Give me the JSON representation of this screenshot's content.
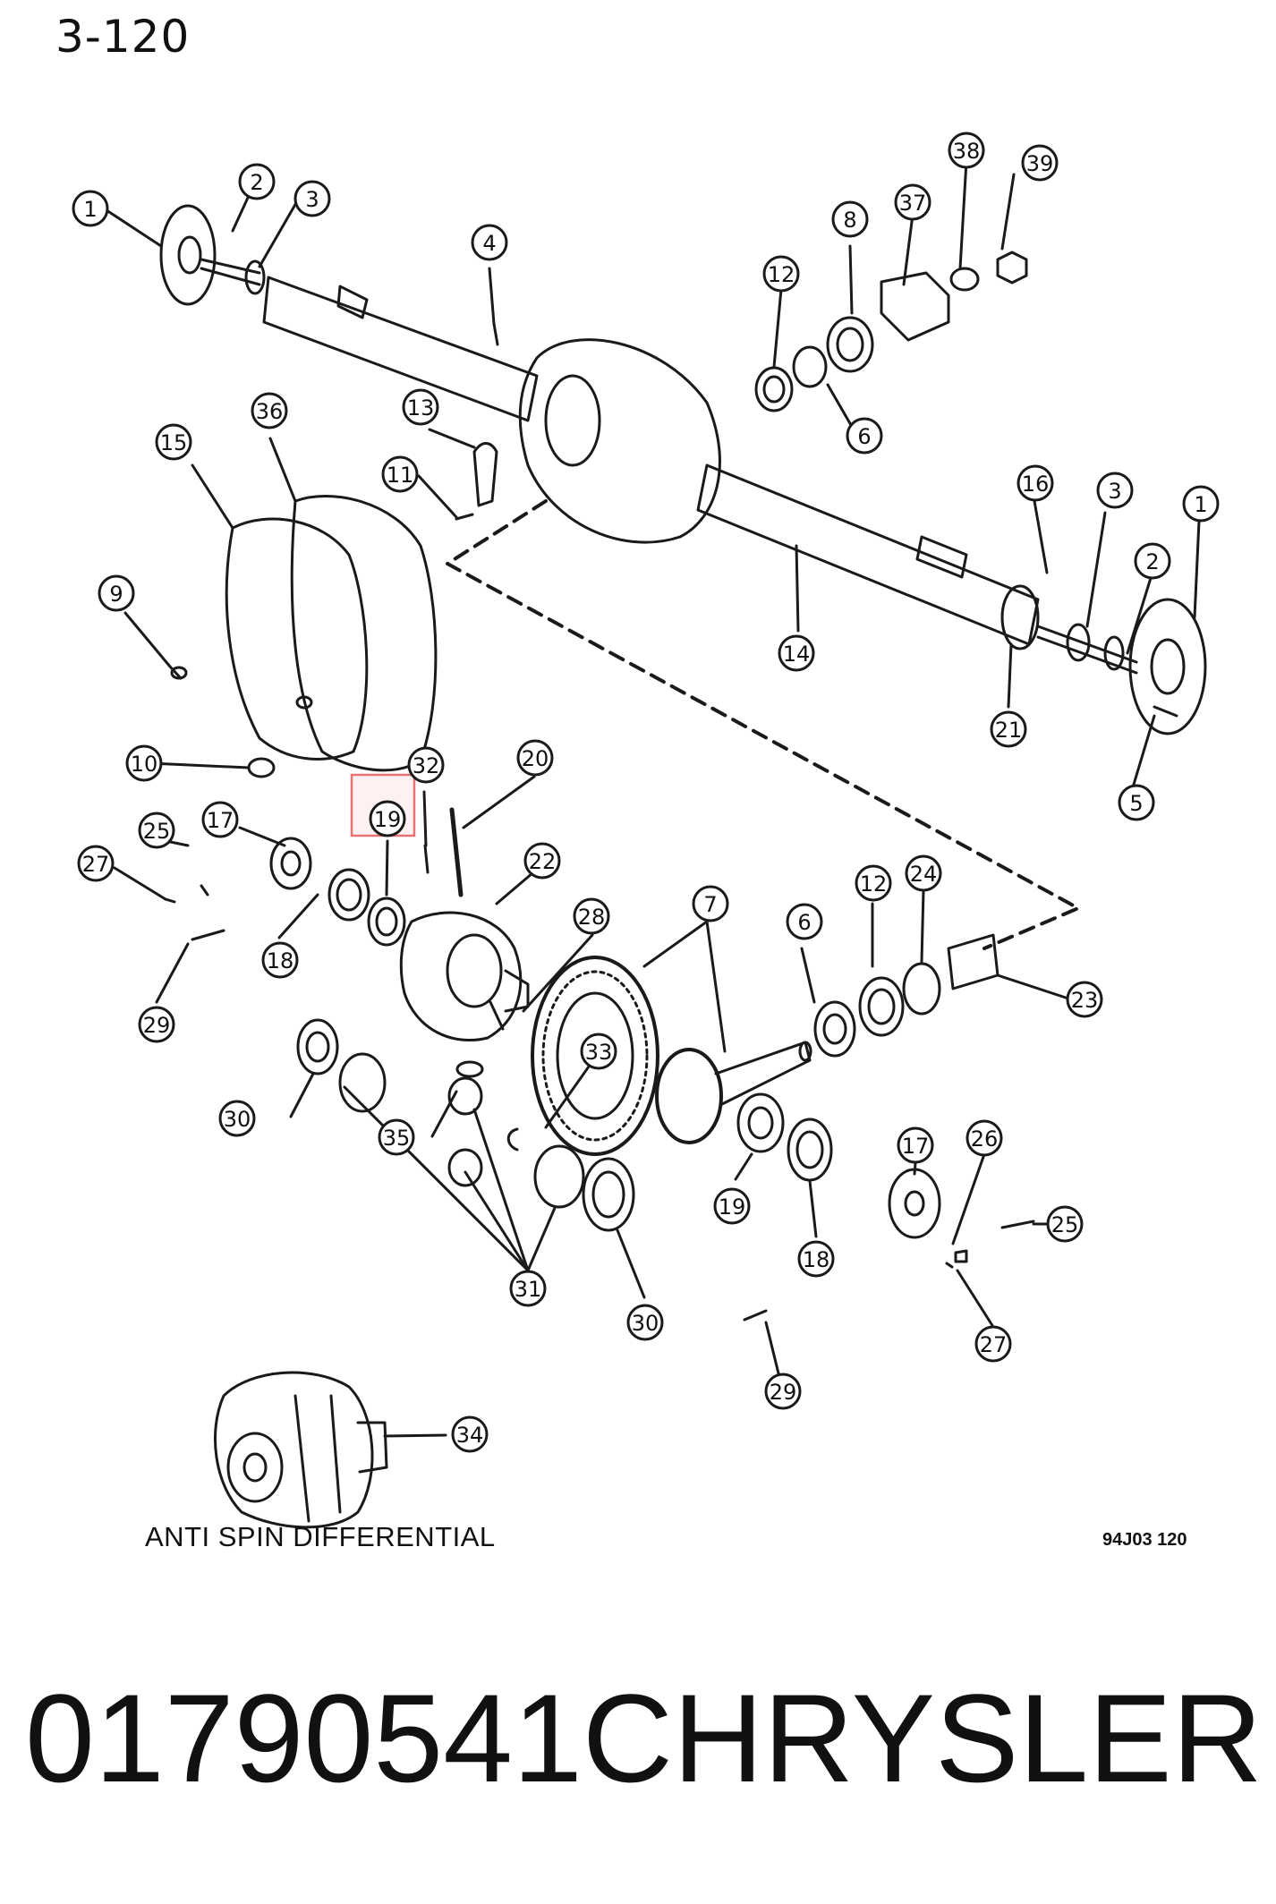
{
  "page_ref": "3-120",
  "caption": "ANTI SPIN DIFFERENTIAL",
  "drawing_code": "94J03 120",
  "footer": {
    "part_number": "01790541",
    "brand": "CHRYSLER"
  },
  "highlight": {
    "callout": "19",
    "color": "#e57373"
  },
  "callouts": [
    "1",
    "2",
    "3",
    "4",
    "38",
    "39",
    "37",
    "8",
    "12",
    "6",
    "36",
    "13",
    "15",
    "11",
    "16",
    "3",
    "1",
    "2",
    "14",
    "9",
    "21",
    "5",
    "10",
    "32",
    "20",
    "19",
    "17",
    "25",
    "27",
    "22",
    "18",
    "28",
    "7",
    "6",
    "12",
    "24",
    "23",
    "29",
    "33",
    "30",
    "35",
    "17",
    "26",
    "25",
    "19",
    "18",
    "31",
    "30",
    "27",
    "29",
    "34"
  ]
}
